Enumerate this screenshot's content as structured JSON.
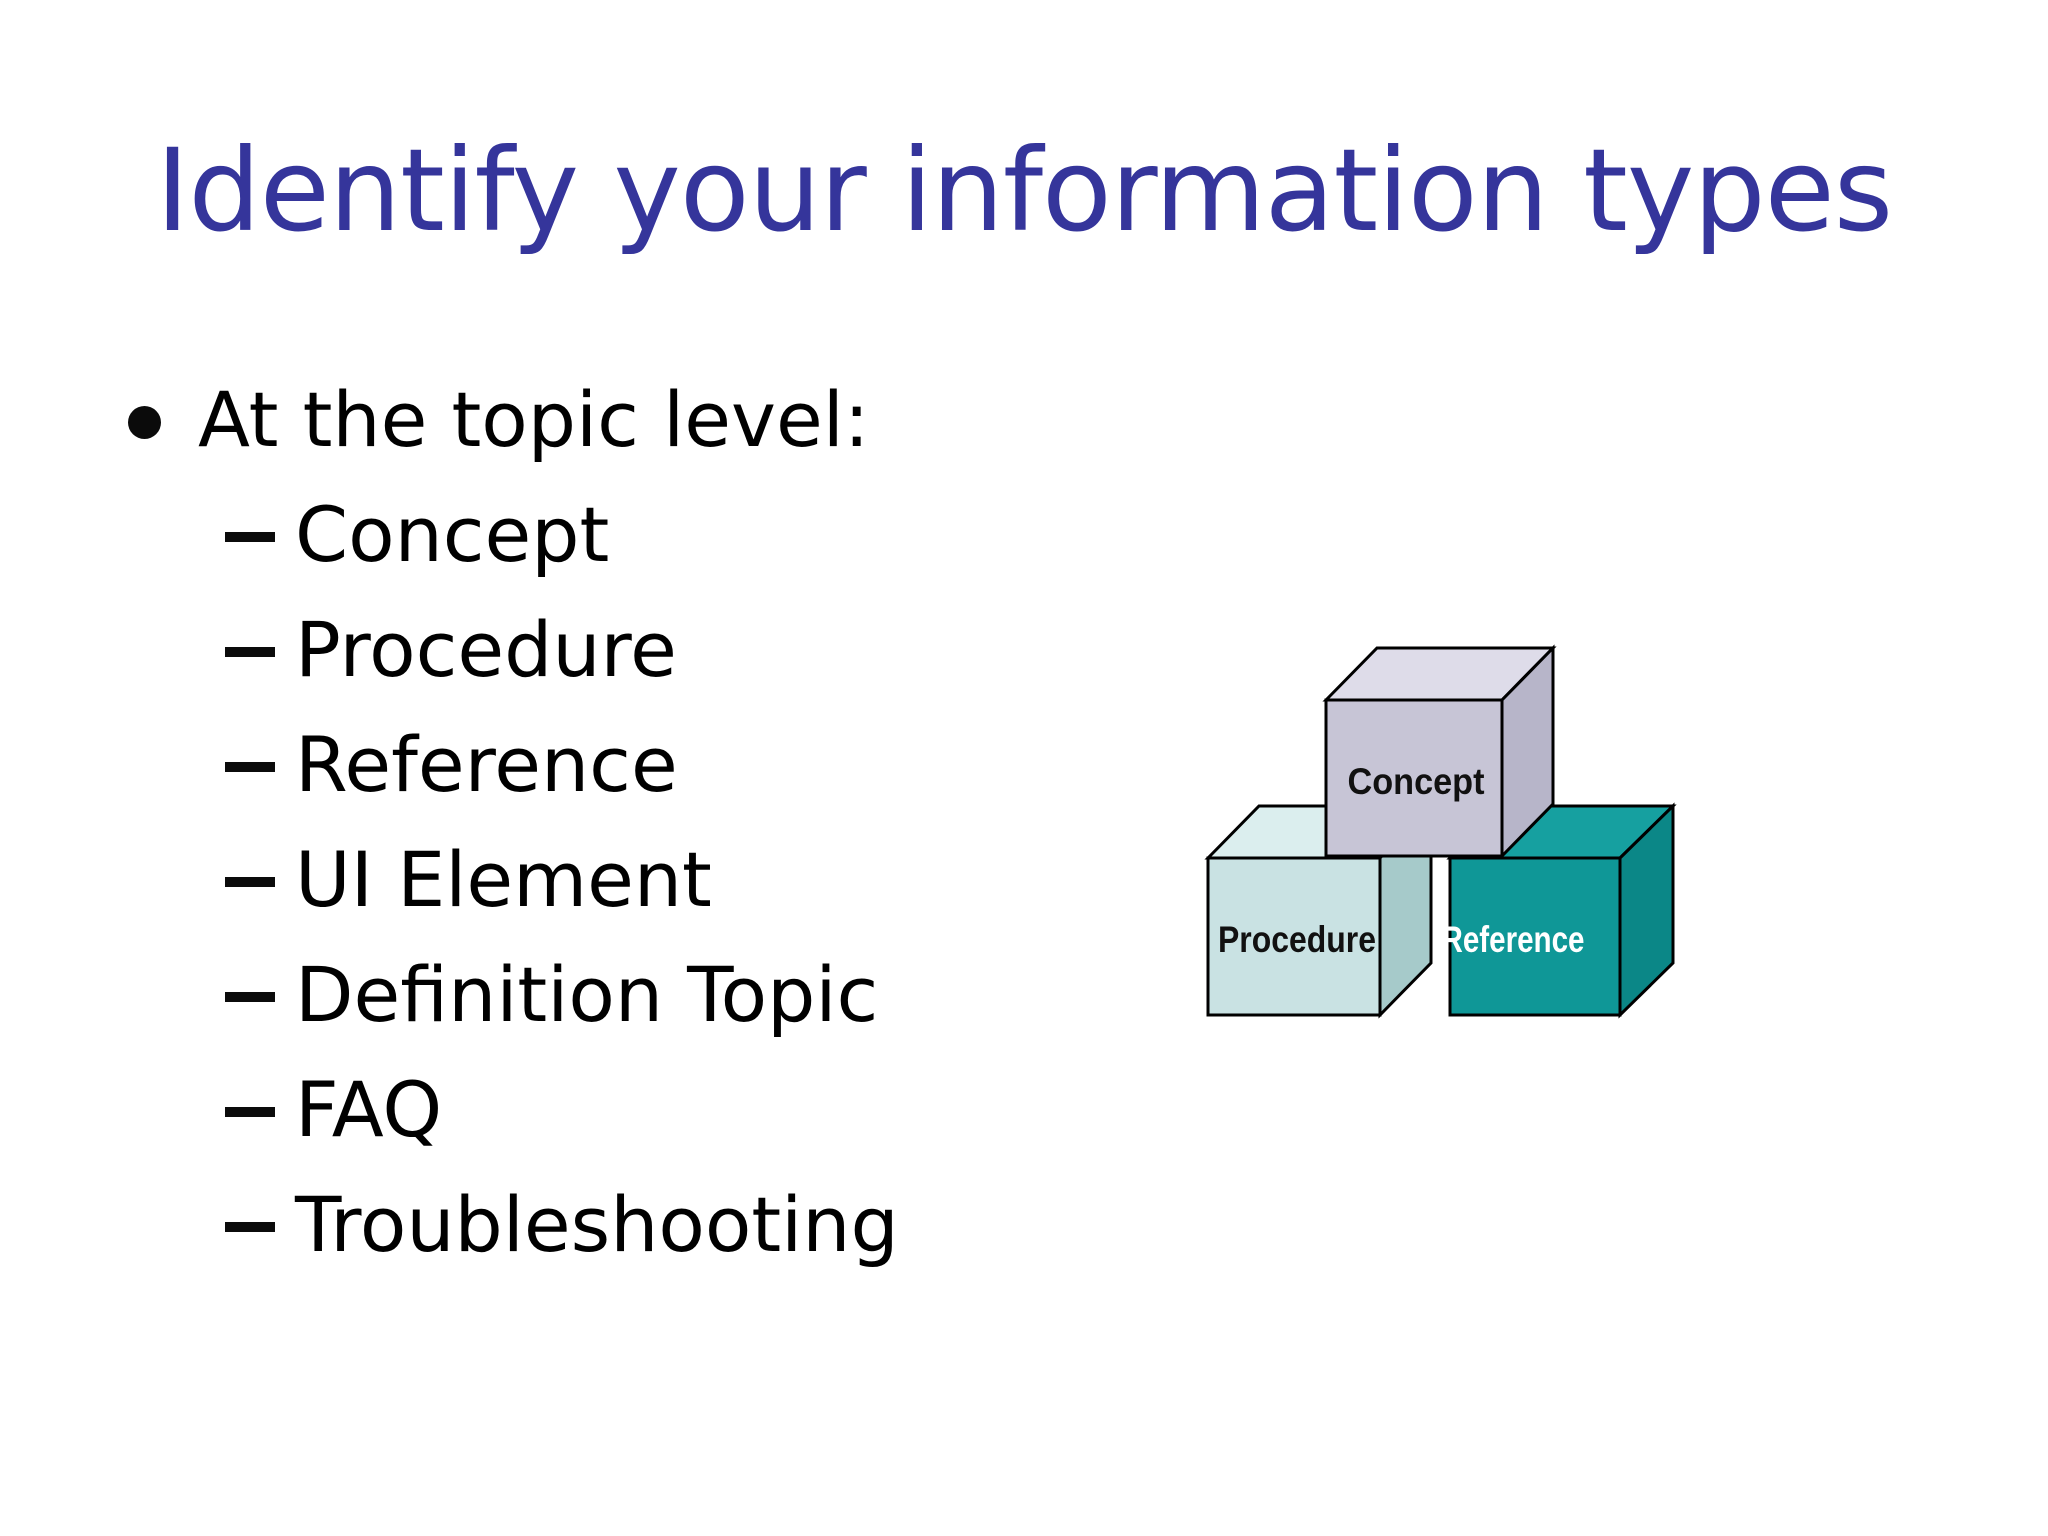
{
  "slide": {
    "background_color": "#ffffff",
    "title": {
      "text": "Identify your information types",
      "color": "#35359b"
    },
    "bullet_list": {
      "lead": "At the topic level:",
      "items": [
        "Concept",
        "Procedure",
        "Reference",
        "UI Element",
        "Definition Topic",
        "FAQ",
        "Troubleshooting"
      ],
      "text_color": "#000000",
      "marker_icons": [
        "bullet-dot-icon",
        "dash-icon"
      ]
    },
    "diagram": {
      "description": "three stacked 3D cubes",
      "cubes": [
        {
          "label": "Procedure",
          "label_color": "#111111",
          "colors": {
            "front": "#c9e2e3",
            "top": "#dbeeee",
            "side": "#a6caca",
            "outline": "#000000"
          }
        },
        {
          "label": "Reference",
          "label_color": "#ffffff",
          "colors": {
            "front": "#0f9797",
            "top": "#16a0a0",
            "side": "#0b8787",
            "outline": "#000000"
          }
        },
        {
          "label": "Concept",
          "label_color": "#111111",
          "colors": {
            "front": "#c7c5d6",
            "top": "#dedce9",
            "side": "#b7b5c9",
            "outline": "#000000"
          }
        }
      ]
    }
  }
}
